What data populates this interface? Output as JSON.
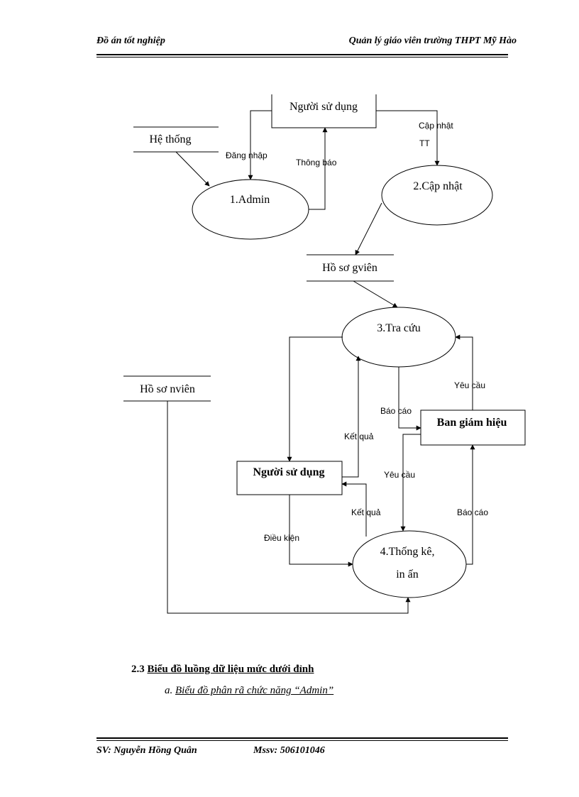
{
  "header": {
    "left": "Đồ án tốt nghiệp",
    "right": "Quản lý giáo viên trường THPT Mỹ Hào"
  },
  "diagram": {
    "external_entities": {
      "user_top": "Người sử dụng",
      "user_bottom": "Người sử dụng",
      "board": "Ban giám hiệu"
    },
    "processes": {
      "admin": "1.Admin",
      "update": "2.Cập nhật",
      "search": "3.Tra cứu",
      "stats_line1": "4.Thống kê,",
      "stats_line2": "in ấn"
    },
    "data_stores": {
      "system": "Hệ thống",
      "teacher_profile": "Hồ sơ gviên",
      "staff_profile": "Hồ sơ nviên"
    },
    "flows": {
      "login": "Đăng nhập",
      "notify": "Thông báo",
      "update_info_1": "Cập nhật",
      "update_info_2": "TT",
      "request_top": "Yêu cầu",
      "report_left": "Báo cáo",
      "result_top": "Kết quả",
      "request_mid": "Yêu cầu",
      "result_bottom": "Kết quả",
      "report_right": "Báo cáo",
      "condition": "Điều kiện"
    }
  },
  "section": {
    "number": "2.3",
    "title": "Biểu đồ luồng dữ liệu mức dưới đỉnh",
    "sub_marker": "a.",
    "sub_title": "Biểu đồ phân rã chức năng “Admin”"
  },
  "footer": {
    "student": "SV: Nguyễn Hồng Quân",
    "mssv": "Mssv:  506101046"
  }
}
